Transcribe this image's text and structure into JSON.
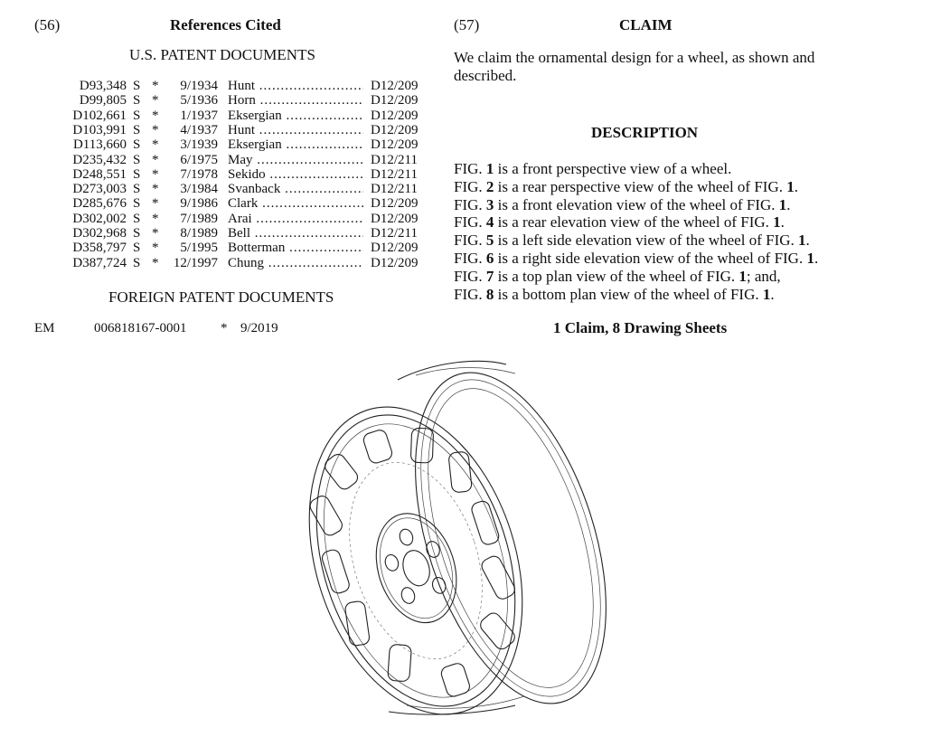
{
  "left": {
    "code": "(56)",
    "title": "References Cited",
    "us_heading": "U.S. PATENT DOCUMENTS",
    "us_refs": [
      {
        "number": "D93,348",
        "kind": "S",
        "star": "*",
        "date": "9/1934",
        "name": "Hunt",
        "class": "D12/209"
      },
      {
        "number": "D99,805",
        "kind": "S",
        "star": "*",
        "date": "5/1936",
        "name": "Horn",
        "class": "D12/209"
      },
      {
        "number": "D102,661",
        "kind": "S",
        "star": "*",
        "date": "1/1937",
        "name": "Eksergian",
        "class": "D12/209"
      },
      {
        "number": "D103,991",
        "kind": "S",
        "star": "*",
        "date": "4/1937",
        "name": "Hunt",
        "class": "D12/209"
      },
      {
        "number": "D113,660",
        "kind": "S",
        "star": "*",
        "date": "3/1939",
        "name": "Eksergian",
        "class": "D12/209"
      },
      {
        "number": "D235,432",
        "kind": "S",
        "star": "*",
        "date": "6/1975",
        "name": "May",
        "class": "D12/211"
      },
      {
        "number": "D248,551",
        "kind": "S",
        "star": "*",
        "date": "7/1978",
        "name": "Sekido",
        "class": "D12/211"
      },
      {
        "number": "D273,003",
        "kind": "S",
        "star": "*",
        "date": "3/1984",
        "name": "Svanback",
        "class": "D12/211"
      },
      {
        "number": "D285,676",
        "kind": "S",
        "star": "*",
        "date": "9/1986",
        "name": "Clark",
        "class": "D12/209"
      },
      {
        "number": "D302,002",
        "kind": "S",
        "star": "*",
        "date": "7/1989",
        "name": "Arai",
        "class": "D12/209"
      },
      {
        "number": "D302,968",
        "kind": "S",
        "star": "*",
        "date": "8/1989",
        "name": "Bell",
        "class": "D12/211"
      },
      {
        "number": "D358,797",
        "kind": "S",
        "star": "*",
        "date": "5/1995",
        "name": "Botterman",
        "class": "D12/209"
      },
      {
        "number": "D387,724",
        "kind": "S",
        "star": "*",
        "date": "12/1997",
        "name": "Chung",
        "class": "D12/209"
      }
    ],
    "foreign_heading": "FOREIGN PATENT DOCUMENTS",
    "foreign_refs": [
      {
        "country": "EM",
        "number": "006818167-0001",
        "star": "*",
        "date": "9/2019"
      }
    ]
  },
  "right": {
    "code": "(57)",
    "title": "CLAIM",
    "claim_text": "We claim the ornamental design for a wheel, as shown and described.",
    "description_heading": "DESCRIPTION",
    "figures": [
      {
        "label": "FIG.",
        "num": "1",
        "text": " is a front perspective view of a wheel.",
        "tail_num": "",
        "tail": ""
      },
      {
        "label": "FIG.",
        "num": "2",
        "text": " is a rear perspective view of the wheel of FIG. ",
        "tail_num": "1",
        "tail": "."
      },
      {
        "label": "FIG.",
        "num": "3",
        "text": " is a front elevation view of the wheel of FIG. ",
        "tail_num": "1",
        "tail": "."
      },
      {
        "label": "FIG.",
        "num": "4",
        "text": " is a rear elevation view of the wheel of FIG. ",
        "tail_num": "1",
        "tail": "."
      },
      {
        "label": "FIG.",
        "num": "5",
        "text": " is a left side elevation view of the wheel of FIG. ",
        "tail_num": "1",
        "tail": "."
      },
      {
        "label": "FIG.",
        "num": "6",
        "text": " is a right side elevation view of the wheel of FIG. ",
        "tail_num": "1",
        "tail": "."
      },
      {
        "label": "FIG.",
        "num": "7",
        "text": " is a top plan view of the wheel of FIG. ",
        "tail_num": "1",
        "tail": "; and,"
      },
      {
        "label": "FIG.",
        "num": "8",
        "text": " is a bottom plan view of the wheel of FIG. ",
        "tail_num": "1",
        "tail": "."
      }
    ],
    "claims_summary": "1 Claim, 8 Drawing Sheets"
  }
}
